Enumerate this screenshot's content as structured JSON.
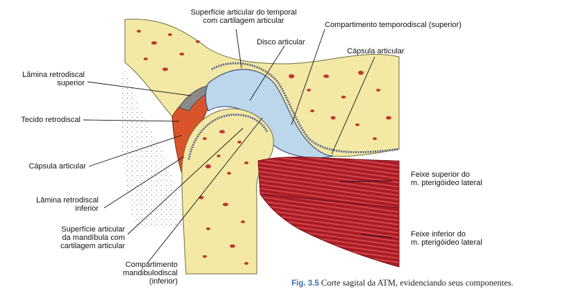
{
  "labels": {
    "sup_temporal": [
      "Superfície articular do temporal",
      "com cartilagem articular"
    ],
    "comp_temporodiscal": "Compartimento temporodiscal (superior)",
    "disco": "Disco articular",
    "capsula_sup": "Cápsula articular",
    "lamina_sup": [
      "Lâmina retrodiscal",
      "superior"
    ],
    "tecido": "Tecido retrodiscal",
    "capsula_inf": "Cápsula articular",
    "lamina_inf": [
      "Lâmina retrodiscal",
      "inferior"
    ],
    "sup_mandibula": [
      "Superfície articular",
      "da mandíbula com",
      "cartilagem articular"
    ],
    "comp_mandibulodiscal": [
      "Compartimento",
      "mandibulodiscal",
      "(inferior)"
    ],
    "feixe_sup": [
      "Feixe superior do",
      "m. pterigóideo lateral"
    ],
    "feixe_inf": [
      "Feixe inferior do",
      "m. pterigóideo lateral"
    ]
  },
  "caption": {
    "figure": "Fig. 3.5",
    "text": "Corte sagital da ATM, evidenciando seus componentes."
  },
  "colors": {
    "bone": "#f3e9a4",
    "marrow": "#c0392b",
    "disc": "#bcd7ec",
    "retrodiscal": "#d9542b",
    "muscle": "#b3202a",
    "cartilage": "#5a5f8a"
  }
}
